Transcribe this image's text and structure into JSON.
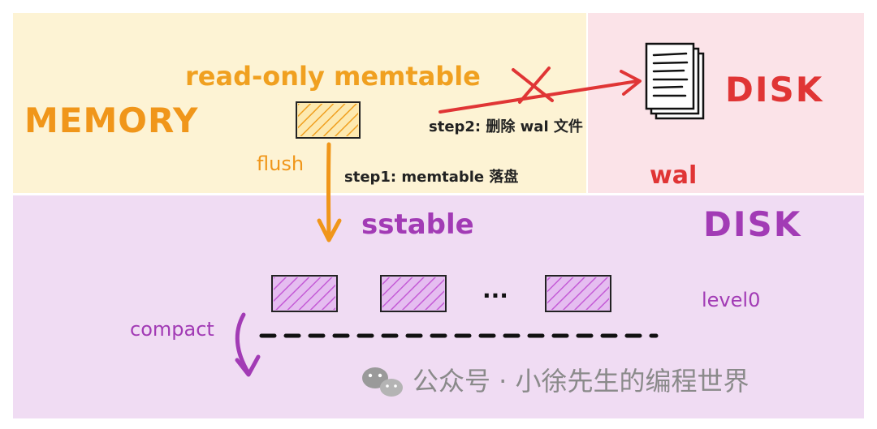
{
  "regions": {
    "memory_label": "MEMORY",
    "disk_top_label": "DISK",
    "disk_bottom_label": "DISK"
  },
  "memtable": {
    "label": "read-only memtable"
  },
  "wal": {
    "label": "wal"
  },
  "steps": {
    "step1": "step1: memtable 落盘",
    "step2": "step2: 删除 wal 文件"
  },
  "flush_label": "flush",
  "sstable_label": "sstable",
  "level0_label": "level0",
  "compact_label": "compact",
  "ellipsis": "...",
  "lower_ellipsis": "...",
  "watermark": "公众号 · 小徐先生的编程世界",
  "colors": {
    "memory_bg": "#fdf3d4",
    "wal_bg": "#fbe3e8",
    "disk_bg": "#f0dcf3",
    "orange": "#f0961a",
    "red": "#e03535",
    "purple": "#a23bb5"
  },
  "icons": [
    "document-stack-icon",
    "wechat-logo-icon"
  ]
}
